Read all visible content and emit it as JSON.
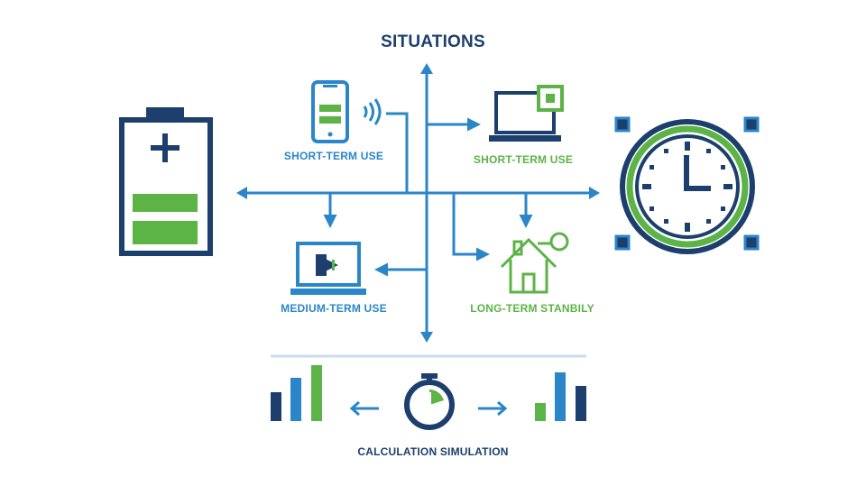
{
  "title": "SITUATIONS",
  "scenarios": {
    "short_term_phone": "SHORT-TERM USE",
    "short_term_laptop": "SHORT-TERM USE",
    "medium_term": "MEDIUM-TERM USE",
    "long_term": "LONG-TERM STANBILY"
  },
  "footer": {
    "calc_label": "CALCULATION SIMULATION"
  },
  "colors": {
    "navy": "#1d3f6e",
    "blue": "#2a86c9",
    "green": "#5cb346",
    "light_divider": "#c9dcee"
  },
  "icons": [
    "battery-icon",
    "phone-icon",
    "signal-icon",
    "laptop-icon",
    "settings-icon",
    "video-laptop-icon",
    "house-icon",
    "clock-icon",
    "stopwatch-icon",
    "bar-chart-icon"
  ]
}
